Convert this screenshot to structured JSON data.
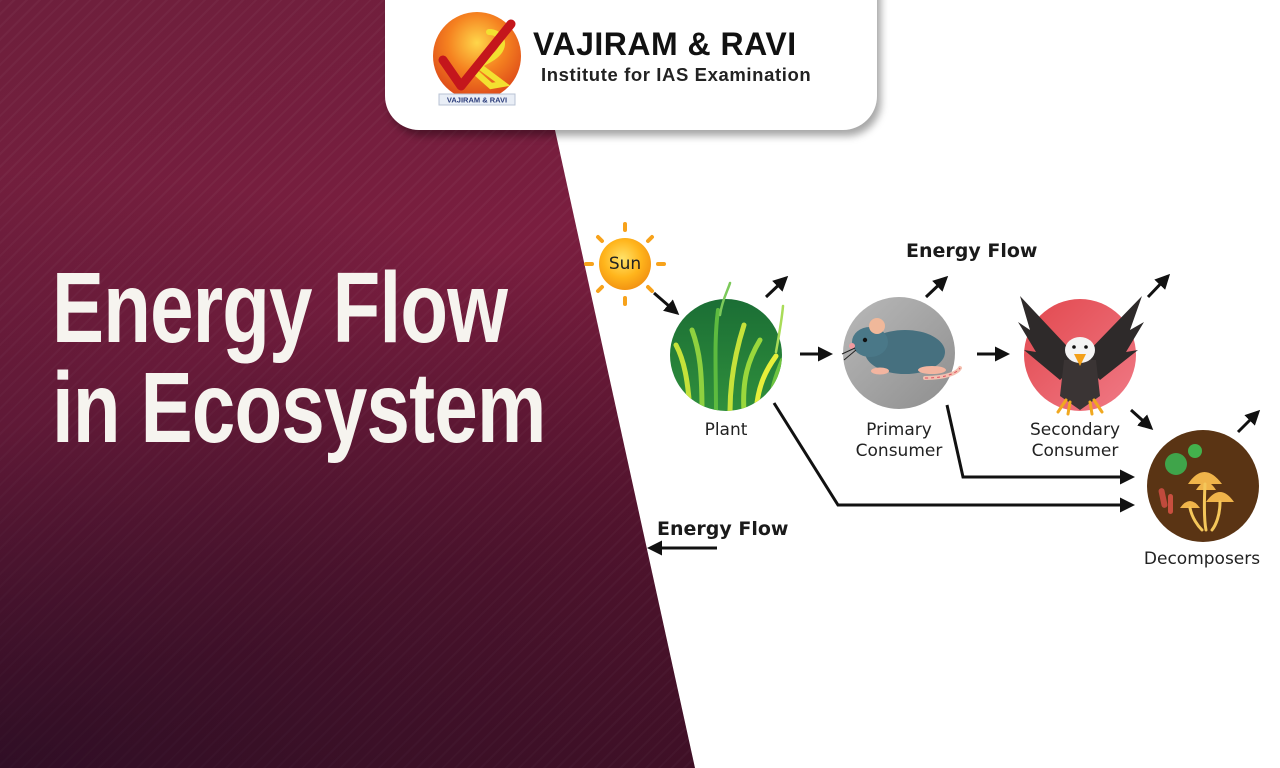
{
  "heading": {
    "line1": "Energy Flow",
    "line2": "in Ecosystem"
  },
  "logo": {
    "name": "VAJIRAM & RAVI",
    "tagline": "Institute for IAS Examination",
    "emblem_ribbon": "VAJIRAM & RAVI"
  },
  "diagram": {
    "sun_label": "Sun",
    "top_flow_label": "Energy Flow",
    "bottom_flow_label": "Energy Flow",
    "nodes": [
      {
        "id": "plant",
        "label": "Plant",
        "color": "#1f7a3a",
        "icon": "grass-icon"
      },
      {
        "id": "primary",
        "label": "Primary Consumer",
        "line1": "Primary",
        "line2": "Consumer",
        "color": "#9e9e9e",
        "icon": "mouse-icon"
      },
      {
        "id": "secondary",
        "label": "Secondary Consumer",
        "line1": "Secondary",
        "line2": "Consumer",
        "color": "#e05a5e",
        "icon": "eagle-icon"
      },
      {
        "id": "decomposers",
        "label": "Decomposers",
        "color": "#5a3414",
        "icon": "mushroom-icon"
      }
    ]
  },
  "colors": {
    "brand_maroon": "#7a1e3f",
    "sun": "#f7a21b",
    "arrow": "#111111"
  }
}
